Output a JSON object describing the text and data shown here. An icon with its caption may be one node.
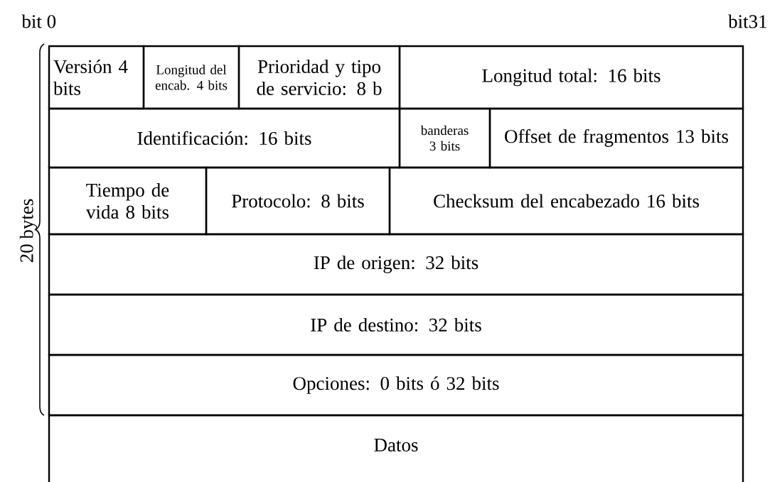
{
  "diagram": {
    "nodes": [
      {
        "text": [
          "Versión 4 bits"
        ]
      },
      {
        "text": [
          "Longitud del encab. 4 bits"
        ]
      },
      {
        "text": [
          "Prioridad y tipo de servicio: 8 b"
        ]
      },
      {
        "text": [
          "Longitud total: 16 bits"
        ]
      },
      {
        "text": [
          "Identificación: 16 bits"
        ]
      },
      {
        "text": [
          "banderas 3 bits"
        ]
      },
      {
        "text": [
          "Offset de fragmentos 13 bits"
        ]
      },
      {
        "text": [
          "Tiempo de vida 8 bits"
        ]
      },
      {
        "text": [
          "Protocolo: 8 bits"
        ]
      },
      {
        "text": [
          "Checksum del encabezado 16 bits"
        ]
      },
      {
        "text": [
          "IP de origen: 32 bits"
        ]
      },
      {
        "text": [
          "IP de destino: 32 bits"
        ]
      },
      {
        "text": [
          "Opciones: 0 bits ó 32 bits"
        ]
      },
      {
        "text": [
          "Datos"
        ]
      }
    ],
    "labels": [
      "bit 0",
      "bit31",
      "20 bytes"
    ]
  }
}
